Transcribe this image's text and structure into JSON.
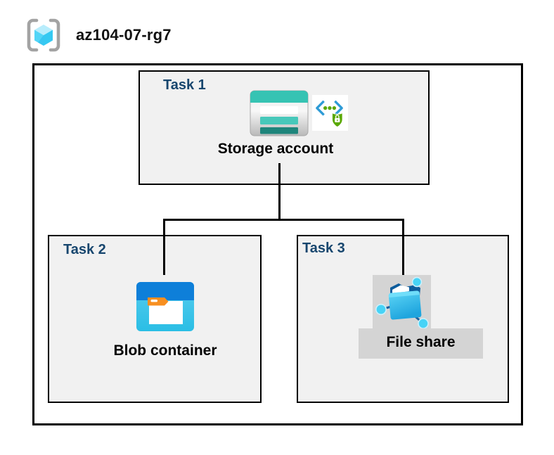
{
  "header": {
    "title": "az104-07-rg7",
    "icon": "resource-group"
  },
  "diagram": {
    "resource_group": "az104-07-rg7",
    "tasks": [
      {
        "label": "Task 1",
        "resource": "Storage account",
        "icons": [
          "storage-account-icon",
          "secure-access-icon"
        ]
      },
      {
        "label": "Task 2",
        "resource": "Blob container",
        "icons": [
          "blob-container-icon"
        ]
      },
      {
        "label": "Task 3",
        "resource": "File share",
        "icons": [
          "file-share-icon"
        ]
      }
    ],
    "connections": [
      {
        "from": "Storage account",
        "to": "Blob container"
      },
      {
        "from": "Storage account",
        "to": "File share"
      }
    ]
  },
  "colors": {
    "task_label": "#17466e",
    "box_background": "#f1f1f1",
    "connector": "#000000",
    "storage_teal": "#36c3b3",
    "storage_teal_dark": "#1e857b",
    "blob_blue": "#0e7fd9",
    "blob_cyan": "#2bbfe5",
    "blob_orange": "#f78f20",
    "secure_green": "#5aa802",
    "bracket_gray": "#a3a3a3",
    "cube_cyan": "#45cef4",
    "file_share_highlight": "#d4d4d4"
  }
}
